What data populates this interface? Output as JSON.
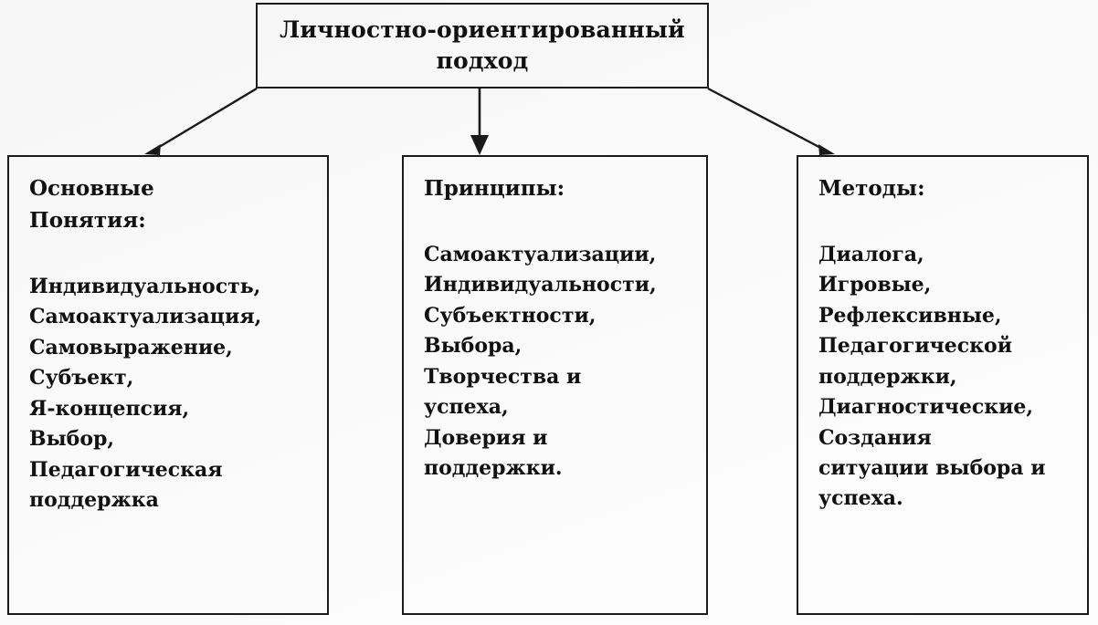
{
  "diagram": {
    "background_color": "#fbfbfb",
    "line_color": "#1a1a1a",
    "text_color": "#111111",
    "root": {
      "title": "Личностно-ориентированный подход"
    },
    "columns": [
      {
        "id": "basic-concepts",
        "heading": "Основные\nПонятия:",
        "items": [
          "Индивидуальность,",
          "Самоактуализация,",
          "Самовыражение,",
          "Субъект,",
          "Я-концепсия,",
          "Выбор,",
          "Педагогическая",
          "поддержка"
        ]
      },
      {
        "id": "principles",
        "heading": "Принципы:",
        "items": [
          "Самоактуализации,",
          "Индивидуальности,",
          "Субъектности,",
          "Выбора,",
          "Творчества и",
          "успеха,",
          "Доверия и",
          "поддержки."
        ]
      },
      {
        "id": "methods",
        "heading": "Методы:",
        "items": [
          "Диалога,",
          "Игровые,",
          "Рефлексивные,",
          "Педагогической",
          "поддержки,",
          "Диагностические,",
          "Создания",
          "ситуации выбора и",
          "успеха."
        ]
      }
    ],
    "connectors": [
      {
        "id": "to-basic-concepts",
        "kind": "arrow-diagonal-left"
      },
      {
        "id": "to-principles",
        "kind": "arrow-vertical"
      },
      {
        "id": "to-methods",
        "kind": "arrow-diagonal-right"
      }
    ]
  }
}
